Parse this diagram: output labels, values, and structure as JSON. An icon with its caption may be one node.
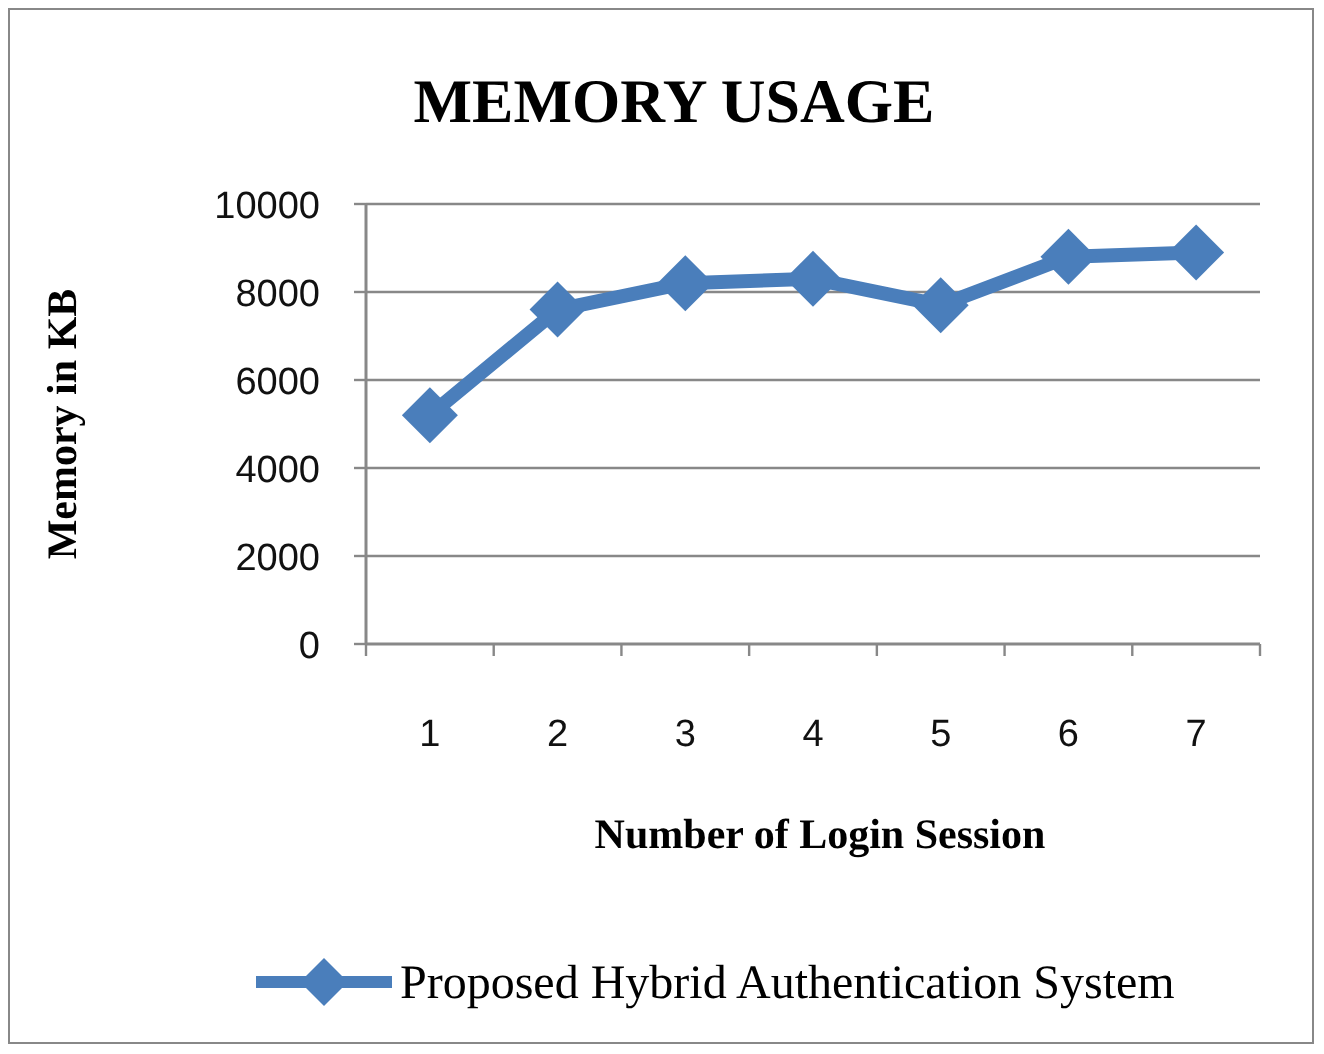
{
  "diagram": {
    "chart_data": {
      "type": "line",
      "grid": true,
      "title": "MEMORY USAGE",
      "xlabel": "Number of Login Session",
      "ylabel": "Memory in KB",
      "categories": [
        "1",
        "2",
        "3",
        "4",
        "5",
        "6",
        "7"
      ],
      "series": [
        {
          "name": "Proposed Hybrid Authentication System",
          "color": "#4a7ebb",
          "marker": "diamond",
          "values": [
            5200,
            7600,
            8200,
            8300,
            7700,
            8800,
            8900
          ]
        }
      ],
      "ylim": [
        0,
        10000
      ],
      "yticks": [
        0,
        2000,
        4000,
        6000,
        8000,
        10000
      ]
    }
  }
}
